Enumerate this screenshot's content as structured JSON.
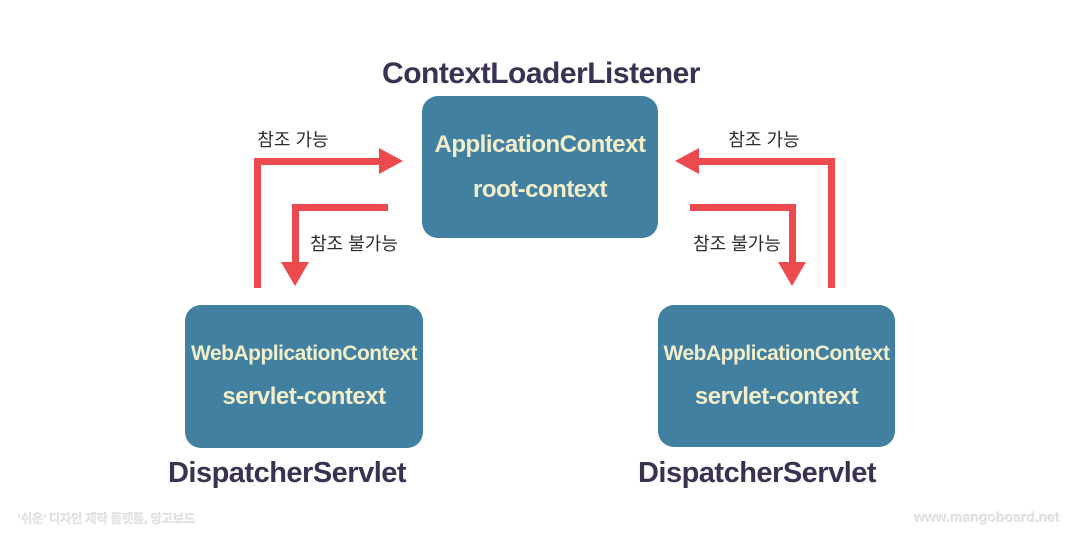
{
  "colors": {
    "box_bg": "#4180a0",
    "box_text": "#f3eeca",
    "arrow": "#ec4a4e",
    "heading_text": "#3b3153",
    "label_text": "#2d2d2d",
    "watermark": "#e4e4e4"
  },
  "diagram": {
    "title": "ContextLoaderListener",
    "root_box": {
      "line1": "ApplicationContext",
      "line2": "root-context"
    },
    "left_branch": {
      "up_arrow_label": "참조 가능",
      "down_arrow_label": "참조 불가능",
      "box": {
        "line1": "WebApplicationContext",
        "line2": "servlet-context"
      },
      "caption": "DispatcherServlet"
    },
    "right_branch": {
      "up_arrow_label": "참조 가능",
      "down_arrow_label": "참조 불가능",
      "box": {
        "line1": "WebApplicationContext",
        "line2": "servlet-context"
      },
      "caption": "DispatcherServlet"
    }
  },
  "footer": {
    "left_watermark": "‘쉬운’ 디자인 제작 플랫폼, 망고보드",
    "right_watermark": "www.mangoboard.net"
  }
}
